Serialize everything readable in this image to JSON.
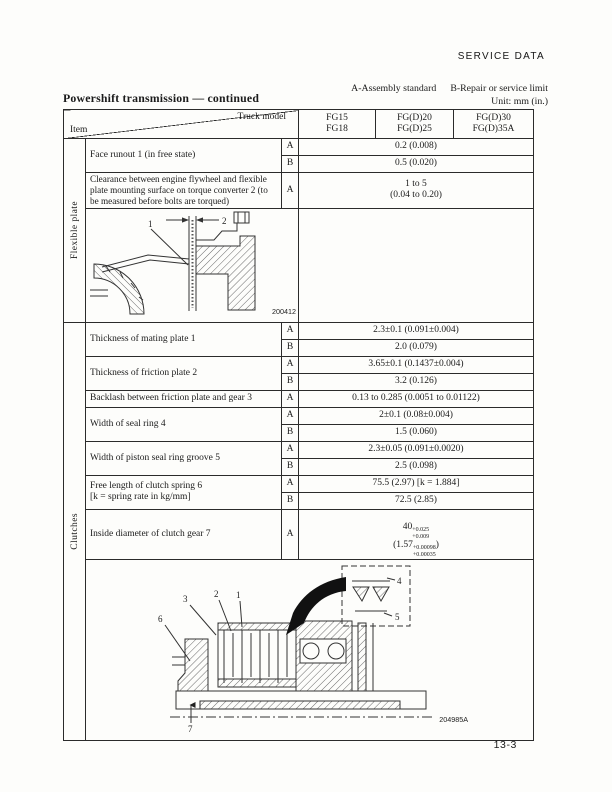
{
  "page": {
    "header_right": "SERVICE DATA",
    "legend_a": "A-Assembly standard",
    "legend_b": "B-Repair or service limit",
    "unit": "Unit: mm (in.)",
    "title": "Powershift transmission — continued",
    "page_number": "13-3"
  },
  "table": {
    "corner_top": "Truck model",
    "corner_bottom": "Item",
    "model_columns": [
      "FG15\nFG18",
      "FG(D)20\nFG(D)25",
      "FG(D)30\nFG(D)35A"
    ]
  },
  "sections": [
    {
      "label": "Flexible plate",
      "rows": [
        {
          "item": "Face runout 1 (in free state)",
          "entries": [
            {
              "grade": "A",
              "value": "0.2 (0.008)"
            },
            {
              "grade": "B",
              "value": "0.5 (0.020)"
            }
          ]
        },
        {
          "item": "Clearance between engine flywheel and flexible plate mounting surface on torque converter 2 (to be measured before bolts are torqued)",
          "entries": [
            {
              "grade": "A",
              "value": "1 to 5\n(0.04 to 0.20)"
            }
          ]
        }
      ],
      "figure": {
        "number": "200412",
        "callout_1": "1",
        "callout_2": "2"
      }
    },
    {
      "label": "Clutches",
      "rows": [
        {
          "item": "Thickness of mating plate 1",
          "entries": [
            {
              "grade": "A",
              "value": "2.3±0.1 (0.091±0.004)"
            },
            {
              "grade": "B",
              "value": "2.0 (0.079)"
            }
          ]
        },
        {
          "item": "Thickness of friction plate 2",
          "entries": [
            {
              "grade": "A",
              "value": "3.65±0.1 (0.1437±0.004)"
            },
            {
              "grade": "B",
              "value": "3.2 (0.126)"
            }
          ]
        },
        {
          "item": "Backlash between friction plate and gear 3",
          "entries": [
            {
              "grade": "A",
              "value": "0.13 to 0.285 (0.0051 to 0.01122)"
            }
          ]
        },
        {
          "item": "Width of seal ring 4",
          "entries": [
            {
              "grade": "A",
              "value": "2±0.1 (0.08±0.004)"
            },
            {
              "grade": "B",
              "value": "1.5 (0.060)"
            }
          ]
        },
        {
          "item": "Width of piston seal ring groove 5",
          "entries": [
            {
              "grade": "A",
              "value": "2.3±0.05 (0.091±0.0020)"
            },
            {
              "grade": "B",
              "value": "2.5 (0.098)"
            }
          ]
        },
        {
          "item": "Free length of clutch spring 6\n[k = spring rate in kg/mm]",
          "entries": [
            {
              "grade": "A",
              "value": "75.5 (2.97) [k = 1.884]"
            },
            {
              "grade": "B",
              "value": "72.5 (2.85)"
            }
          ]
        },
        {
          "item": "Inside diameter of clutch gear 7",
          "entries": [
            {
              "grade": "A",
              "value_parts": {
                "base": "40",
                "sup": "+0.025",
                "sub": "+0.009",
                "base2": "(1.57",
                "sup2": "+0.00098",
                "sub2": "+0.00035",
                "close": ")"
              }
            }
          ]
        }
      ],
      "figure": {
        "number": "204985A",
        "callout_1": "1",
        "callout_2": "2",
        "callout_3": "3",
        "callout_4": "4",
        "callout_5": "5",
        "callout_6": "6",
        "callout_7": "7"
      }
    }
  ]
}
